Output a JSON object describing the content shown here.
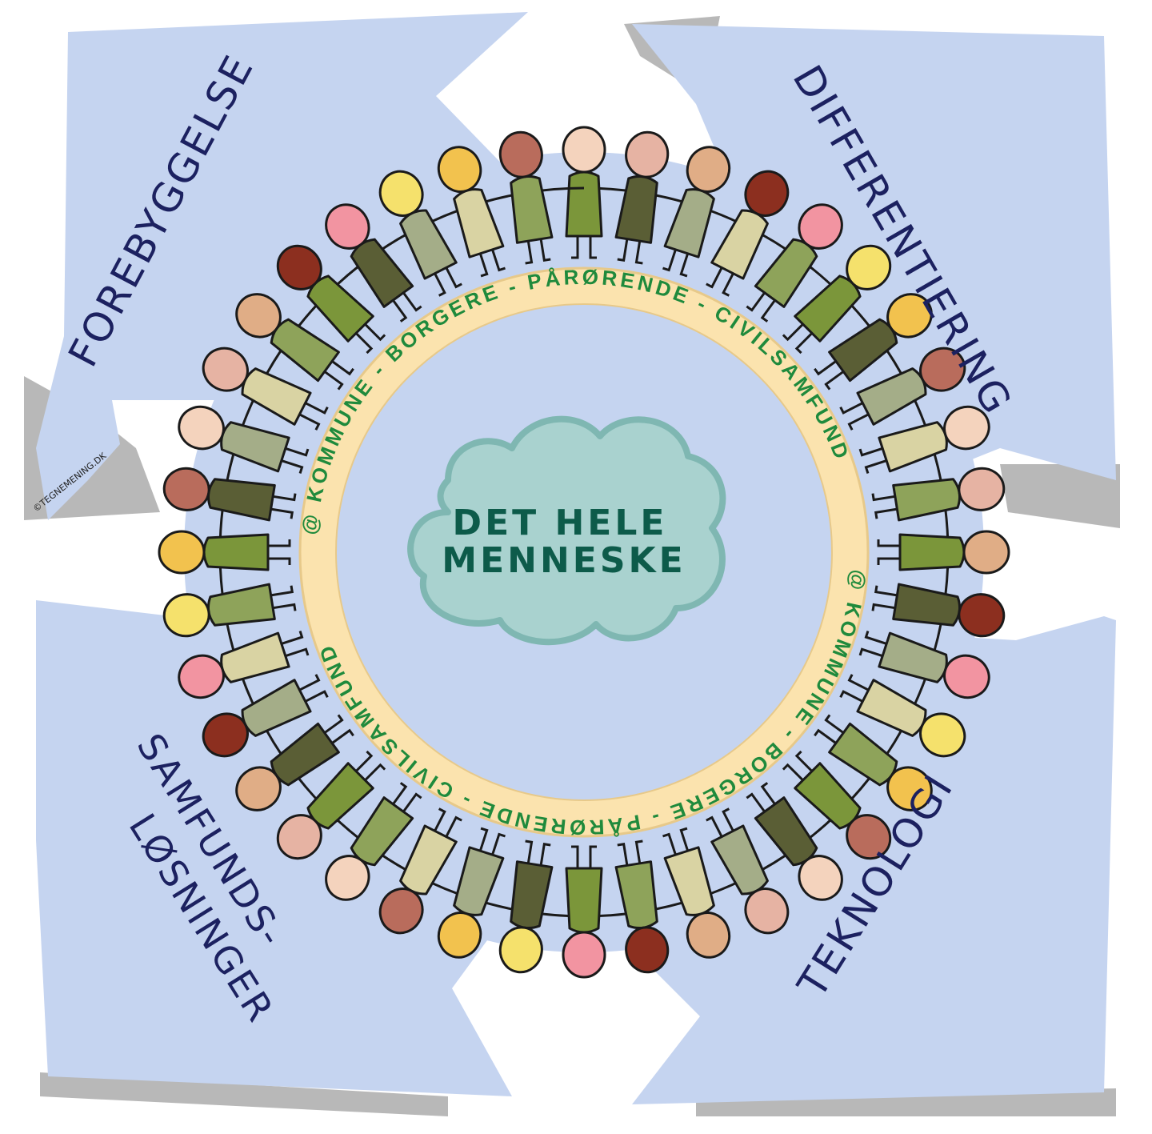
{
  "corners": {
    "top_left": "FOREBYGGELSE",
    "top_right": "DIFFERENTIERING",
    "bottom_left_line1": "SAMFUNDS-",
    "bottom_left_line2": "LØSNINGER",
    "bottom_right": "TEKNOLOGI"
  },
  "center": {
    "line1": "DET HELE",
    "line2": "MENNESKE"
  },
  "ring": {
    "text_top": "@ KOMMUNE - BORGERE - PÅRØRENDE - CIVILSAMFUND",
    "text_bottom": "@ KOMMUNE - BORGERE - PÅRØRENDE - CIVILSAMFUND"
  },
  "credit": "©TEGNEMENING.DK",
  "colors": {
    "panel": "#c5d4f0",
    "panel_shadow": "#b8b8b8",
    "ring_band": "#fbe3ae",
    "ring_text": "#1f8a3c",
    "inner_disc": "#c5d4f0",
    "cloud": "#a9d2cf",
    "cloud_stroke": "#7fb7b2",
    "center_text": "#0d5b4a",
    "corner_text": "#1c2160",
    "skin_tones": [
      "#f4d3bd",
      "#8c2f1f",
      "#f2c24e",
      "#e6b3a3",
      "#f294a1",
      "#b96c5c",
      "#e0ad86",
      "#f5e16c"
    ],
    "body_tones": [
      "#7b963a",
      "#5a5e35",
      "#a4ad88",
      "#d9d3a3",
      "#8ea35a"
    ]
  }
}
